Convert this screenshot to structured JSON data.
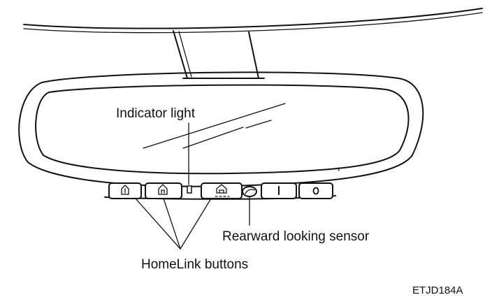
{
  "labels": {
    "indicator_light": "Indicator light",
    "rearward_sensor": "Rearward looking sensor",
    "homelink_buttons": "HomeLink buttons",
    "figure_code": "ETJD184A"
  },
  "buttons": [
    {
      "icon": "homelink-1-icon",
      "role": "homelink"
    },
    {
      "icon": "homelink-2-icon",
      "role": "homelink"
    },
    {
      "icon": "homelink-3-icon",
      "role": "homelink"
    },
    {
      "icon": "power-on-icon",
      "role": "auto-dimming-on"
    },
    {
      "icon": "power-off-icon",
      "role": "auto-dimming-off"
    }
  ]
}
